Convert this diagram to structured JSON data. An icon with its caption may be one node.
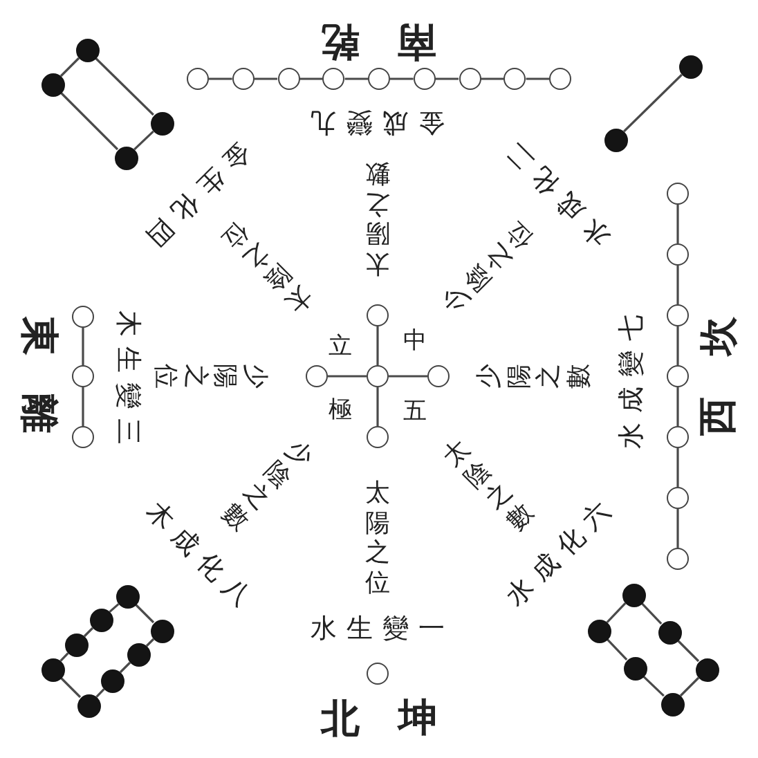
{
  "diagram": {
    "nodes": [
      {
        "text": [],
        "shape": "circle"
      },
      {
        "text": [],
        "shape": "circle"
      },
      {
        "text": [],
        "shape": "circle"
      },
      {
        "text": [],
        "shape": "circle"
      },
      {
        "text": [],
        "shape": "circle"
      },
      {
        "text": [],
        "shape": "circle"
      },
      {
        "text": [],
        "shape": "circle"
      },
      {
        "text": [],
        "shape": "circle"
      },
      {
        "text": [],
        "shape": "circle"
      },
      {
        "text": [],
        "shape": "circle"
      },
      {
        "text": [],
        "shape": "circle"
      },
      {
        "text": [],
        "shape": "circle"
      },
      {
        "text": [],
        "shape": "circle"
      },
      {
        "text": [],
        "shape": "circle"
      },
      {
        "text": [],
        "shape": "circle"
      },
      {
        "text": [],
        "shape": "circle"
      },
      {
        "text": [],
        "shape": "circle"
      },
      {
        "text": [],
        "shape": "circle"
      },
      {
        "text": [],
        "shape": "circle"
      },
      {
        "text": [],
        "shape": "circle"
      },
      {
        "text": [],
        "shape": "circle"
      },
      {
        "text": [],
        "shape": "circle"
      },
      {
        "text": [],
        "shape": "circle"
      },
      {
        "text": [],
        "shape": "circle"
      },
      {
        "text": [],
        "shape": "circle"
      },
      {
        "text": [],
        "shape": "circle"
      },
      {
        "text": [],
        "shape": "circle"
      },
      {
        "text": [],
        "shape": "circle"
      },
      {
        "text": [],
        "shape": "circle"
      },
      {
        "text": [],
        "shape": "circle"
      },
      {
        "text": [],
        "shape": "circle"
      },
      {
        "text": [],
        "shape": "circle"
      },
      {
        "text": [],
        "shape": "circle"
      },
      {
        "text": [],
        "shape": "circle"
      },
      {
        "text": [],
        "shape": "circle"
      },
      {
        "text": [],
        "shape": "circle"
      },
      {
        "text": [],
        "shape": "circle"
      },
      {
        "text": [],
        "shape": "circle"
      },
      {
        "text": [],
        "shape": "circle"
      },
      {
        "text": [],
        "shape": "circle"
      },
      {
        "text": [],
        "shape": "circle"
      },
      {
        "text": [],
        "shape": "circle"
      },
      {
        "text": [],
        "shape": "circle"
      },
      {
        "text": [],
        "shape": "circle"
      },
      {
        "text": [],
        "shape": "circle"
      }
    ],
    "edges": [
      {
        "from": 0,
        "to": 1,
        "arrow": "none"
      },
      {
        "from": 0,
        "to": 2,
        "arrow": "none"
      },
      {
        "from": 1,
        "to": 3,
        "arrow": "none"
      },
      {
        "from": 2,
        "to": 3,
        "arrow": "none"
      },
      {
        "from": 4,
        "to": 5,
        "arrow": "none"
      },
      {
        "from": 5,
        "to": 6,
        "arrow": "none"
      },
      {
        "from": 6,
        "to": 7,
        "arrow": "none"
      },
      {
        "from": 7,
        "to": 8,
        "arrow": "none"
      },
      {
        "from": 8,
        "to": 9,
        "arrow": "none"
      },
      {
        "from": 9,
        "to": 10,
        "arrow": "none"
      },
      {
        "from": 10,
        "to": 11,
        "arrow": "none"
      },
      {
        "from": 11,
        "to": 12,
        "arrow": "none"
      },
      {
        "from": 13,
        "to": 14,
        "arrow": "none"
      },
      {
        "from": 15,
        "to": 16,
        "arrow": "none"
      },
      {
        "from": 16,
        "to": 17,
        "arrow": "none"
      },
      {
        "from": 18,
        "to": 20,
        "arrow": "none"
      },
      {
        "from": 19,
        "to": 20,
        "arrow": "none"
      },
      {
        "from": 20,
        "to": 21,
        "arrow": "none"
      },
      {
        "from": 20,
        "to": 22,
        "arrow": "none"
      },
      {
        "from": 23,
        "to": 24,
        "arrow": "none"
      },
      {
        "from": 24,
        "to": 25,
        "arrow": "none"
      },
      {
        "from": 25,
        "to": 26,
        "arrow": "none"
      },
      {
        "from": 26,
        "to": 27,
        "arrow": "none"
      },
      {
        "from": 27,
        "to": 28,
        "arrow": "none"
      },
      {
        "from": 28,
        "to": 29,
        "arrow": "none"
      },
      {
        "from": 30,
        "to": 31,
        "arrow": "none"
      },
      {
        "from": 31,
        "to": 33,
        "arrow": "none"
      },
      {
        "from": 33,
        "to": 35,
        "arrow": "none"
      },
      {
        "from": 32,
        "to": 34,
        "arrow": "none"
      },
      {
        "from": 34,
        "to": 36,
        "arrow": "none"
      },
      {
        "from": 36,
        "to": 37,
        "arrow": "none"
      },
      {
        "from": 30,
        "to": 32,
        "arrow": "none"
      },
      {
        "from": 35,
        "to": 37,
        "arrow": "none"
      },
      {
        "from": 39,
        "to": 40,
        "arrow": "none"
      },
      {
        "from": 39,
        "to": 41,
        "arrow": "none"
      },
      {
        "from": 41,
        "to": 43,
        "arrow": "none"
      },
      {
        "from": 40,
        "to": 42,
        "arrow": "none"
      },
      {
        "from": 42,
        "to": 44,
        "arrow": "none"
      },
      {
        "from": 43,
        "to": 44,
        "arrow": "none"
      }
    ],
    "labels": [
      "乾",
      "南",
      "金成變九",
      "金生化四",
      "太陽之數",
      "水成化二",
      "太陰之位",
      "少陰之位",
      "東",
      "離",
      "木生變三",
      "少陽之位",
      "立",
      "中",
      "少陽之數",
      "水成變七",
      "坎",
      "西",
      "極",
      "五",
      "少陰之數",
      "太陰之數",
      "木成化八",
      "太陽之位",
      "水成化六",
      "水生變一",
      "北",
      "坤"
    ]
  }
}
